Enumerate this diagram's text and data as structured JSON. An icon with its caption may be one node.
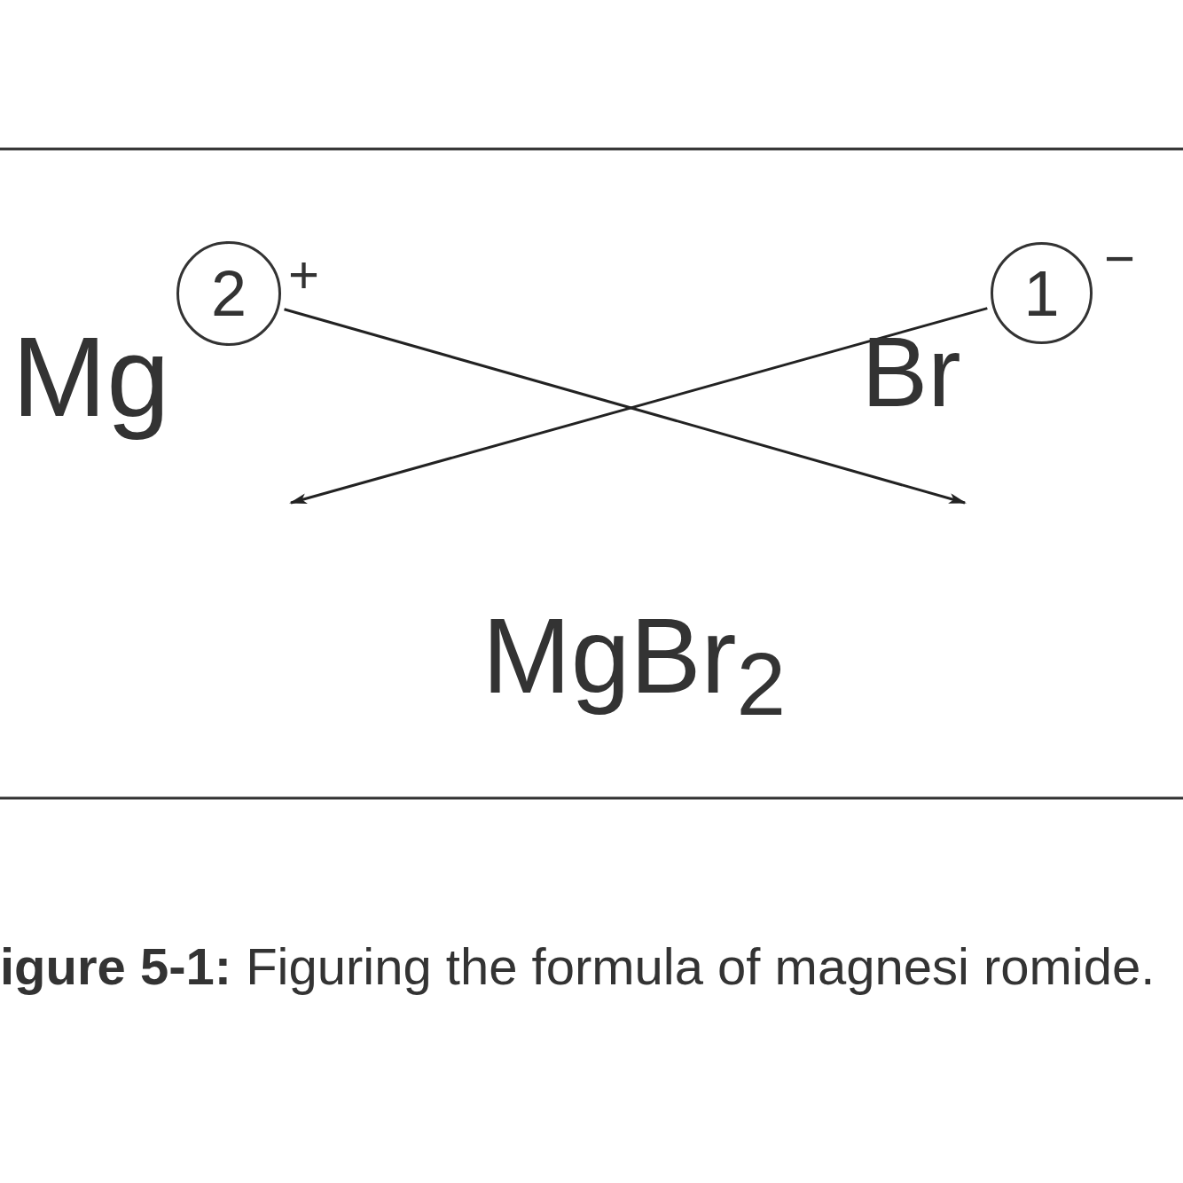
{
  "diagram": {
    "caption": "**igure 5-1:** Figuring the formula of magnesi romide.",
    "nodes": [
      {
        "text": [
          "Mg"
        ]
      },
      {
        "text": [
          "2"
        ],
        "beside": [
          "+"
        ]
      },
      {
        "text": [
          "Br"
        ]
      },
      {
        "text": [
          "1"
        ],
        "beside": [
          "−"
        ]
      },
      {
        "text": [
          "MgBr$_{2}$"
        ]
      }
    ],
    "edges": [
      {
        "from": 1,
        "to": null,
        "arrow": "to"
      },
      {
        "from": 3,
        "to": null,
        "arrow": "to"
      }
    ]
  }
}
